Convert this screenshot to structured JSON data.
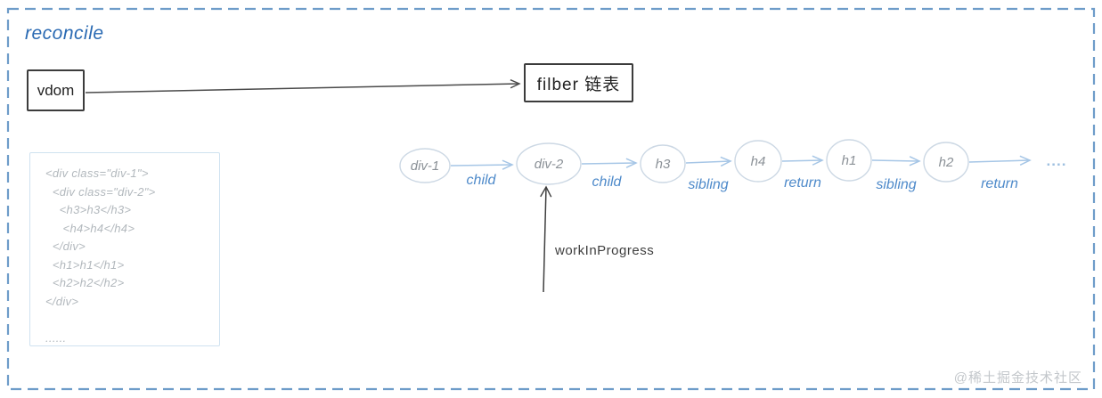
{
  "page": {
    "title": "reconcile",
    "watermark": "@稀土掘金技术社区"
  },
  "flow": {
    "source_box_label": "vdom",
    "target_box_label": "filber 链表"
  },
  "code_block": {
    "lines": [
      "<div class=\"div-1\">",
      "  <div class=\"div-2\">",
      "    <h3>h3</h3>",
      "     <h4>h4</h4>",
      "  </div>",
      "  <h1>h1</h1>",
      "  <h2>h2</h2>",
      "</div>",
      "",
      "......"
    ]
  },
  "fiber_chain": {
    "nodes": [
      "div-1",
      "div-2",
      "h3",
      "h4",
      "h1",
      "h2"
    ],
    "edge_labels": [
      "child",
      "child",
      "sibling",
      "return",
      "sibling",
      "return"
    ],
    "tail_dots": "....",
    "pointer_label": "workInProgress"
  },
  "colors": {
    "frame_border": "#6e9cc9",
    "title_blue": "#2a6ab3",
    "ink_dark": "#3f3f3f",
    "chain_arrow_blue": "#a6c6e6",
    "chain_label_blue": "#4e8aca",
    "node_stroke": "#ccd8e4",
    "node_text_gray": "#8b9197",
    "code_text_gray": "#b2b8bd",
    "code_border": "#cfe2f0",
    "watermark_gray": "#c3c7cb"
  }
}
